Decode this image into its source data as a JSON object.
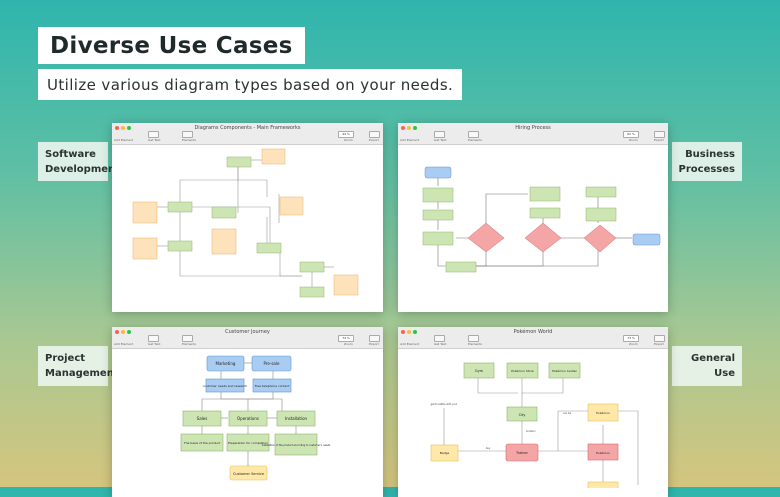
{
  "hero": {
    "title": "Diverse Use Cases",
    "subtitle": "Utilize various diagram types based on your needs."
  },
  "tags": {
    "software": [
      "Software",
      "Development"
    ],
    "business": [
      "Business",
      "Processes"
    ],
    "project": [
      "Project",
      "Management"
    ],
    "general": [
      "General",
      "Use"
    ]
  },
  "windows": {
    "w1": {
      "title": "Diagrams Components - Main Frameworks",
      "zoom": "44 %"
    },
    "w2": {
      "title": "Hiring Process",
      "zoom": "62 %"
    },
    "w3": {
      "title": "Customer Journey",
      "zoom": "74 %"
    },
    "w4": {
      "title": "Pokémon World",
      "zoom": "73 %"
    }
  },
  "toolbar": {
    "add_element": "Add Element",
    "get_text": "Get Text",
    "elements": "Elements",
    "zoom": "Zoom",
    "export": "Export"
  },
  "w3_nodes": {
    "n1": "Marketing",
    "n2": "Pre-sale",
    "n3": "customer needs and research",
    "n4": "Free telephone contact",
    "n5": "Sales",
    "n6": "Operations",
    "n7": "Installation",
    "n8": "The basis of the product",
    "n9": "Preparation for completion",
    "n10": "Installation of the product according to customer's needs",
    "n11": "Customer Service"
  },
  "w4_nodes": {
    "n1": "Gym",
    "n2": "Pokémon Store",
    "n3": "Pokémon Center",
    "n4": "City",
    "n5": "Pokémon",
    "n6": "Trainer",
    "n7": "Badge",
    "n8": "Pokémon"
  },
  "w4_labels": {
    "b": "get to battle with your",
    "c": "location",
    "d": "can be",
    "e": "buy"
  },
  "colors": {
    "green": "#cde5b3",
    "green_border": "#8fb56c",
    "blue": "#a9cdf2",
    "blue_border": "#5d94cf",
    "red": "#f4a6a6",
    "red_border": "#d26868",
    "yellow": "#ffe8a8",
    "yellow_border": "#e0be5c",
    "orange": "#fde2bb",
    "orange_border": "#e8b16b"
  }
}
